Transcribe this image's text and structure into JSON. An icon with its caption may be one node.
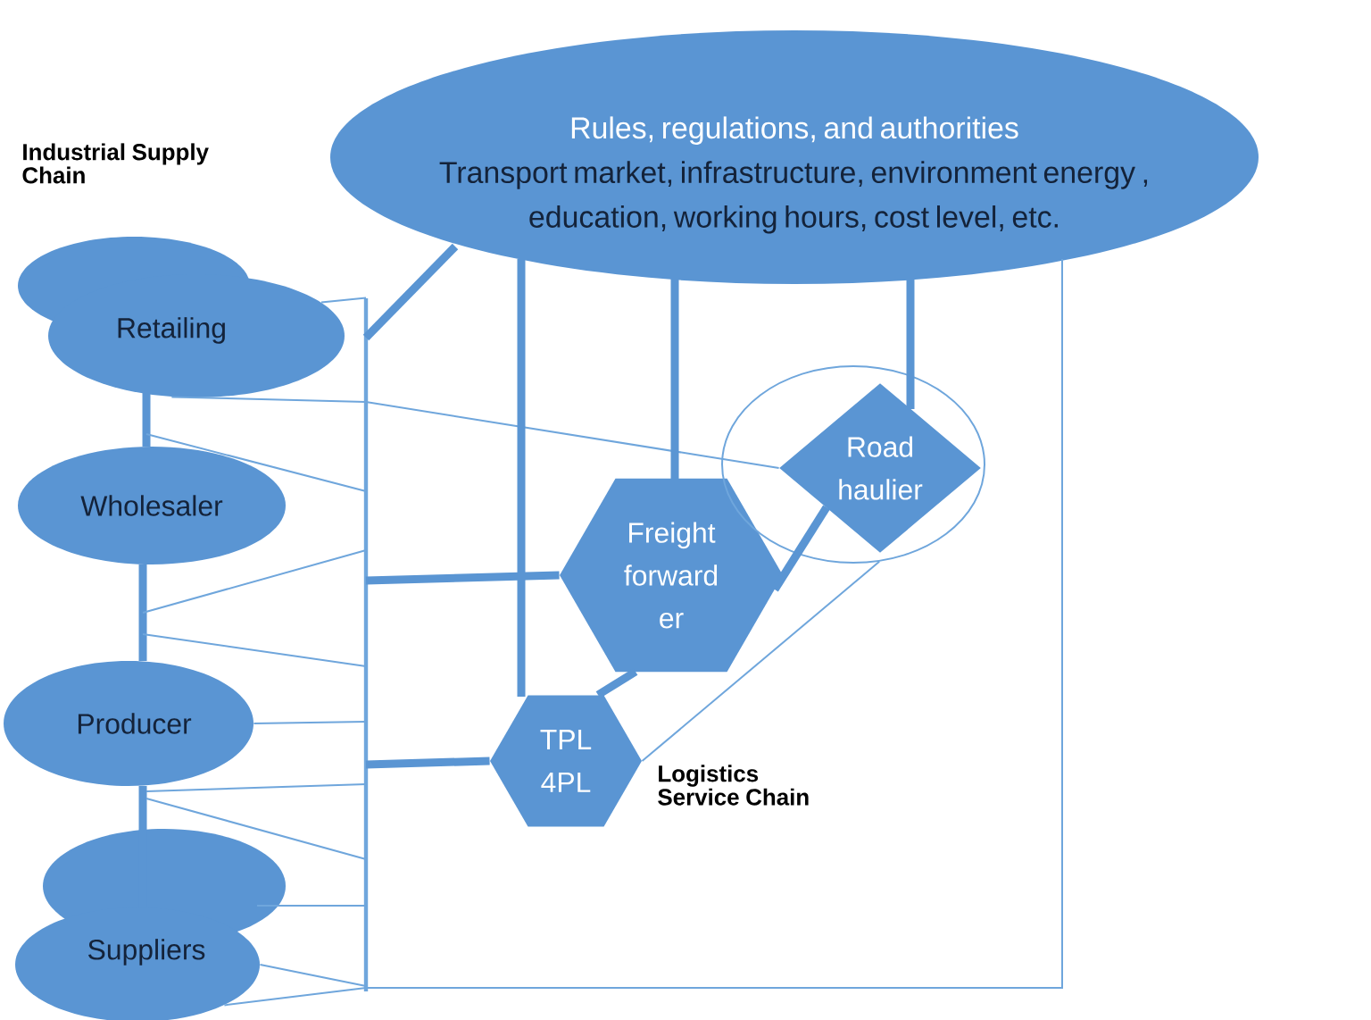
{
  "diagram": {
    "nodes": [
      {
        "text": [
          "Rules, regulations, and authorities",
          "Transport market, infrastructure, environment energy , education, working hours, cost level, etc."
        ]
      },
      {
        "text": [
          "Retailing"
        ]
      },
      {
        "text": [
          "Wholesaler"
        ]
      },
      {
        "text": [
          "Producer"
        ]
      },
      {
        "text": [
          "Suppliers"
        ]
      },
      {
        "text": [
          "Freight forward er"
        ]
      },
      {
        "text": [],
        "shape": "circle"
      },
      {
        "text": [
          "Road haulier"
        ],
        "in": 6
      },
      {
        "text": [
          "TPL 4PL"
        ]
      },
      {
        "text": [],
        "shape": "bar"
      }
    ],
    "edges": [
      {
        "from": 1,
        "to": 2,
        "arrow": "none",
        "style": "thick"
      },
      {
        "from": 2,
        "to": 3,
        "arrow": "none",
        "style": "thick"
      },
      {
        "from": 3,
        "to": 4,
        "arrow": "none",
        "style": "thick"
      },
      {
        "from": 1,
        "to": 9,
        "arrow": "none"
      },
      {
        "from": 1,
        "to": 7,
        "arrow": "none"
      },
      {
        "from": 2,
        "to": 9,
        "arrow": "none"
      },
      {
        "from": 2,
        "to": 9,
        "arrow": "none"
      },
      {
        "from": 3,
        "to": 9,
        "arrow": "none"
      },
      {
        "from": 3,
        "to": 9,
        "arrow": "none"
      },
      {
        "from": 3,
        "to": 9,
        "arrow": "none"
      },
      {
        "from": 3,
        "to": 9,
        "arrow": "none"
      },
      {
        "from": 4,
        "to": 9,
        "arrow": "none"
      },
      {
        "from": 4,
        "to": 9,
        "arrow": "none"
      },
      {
        "from": 4,
        "to": 0,
        "arrow": "none"
      },
      {
        "from": 0,
        "to": 9,
        "arrow": "none",
        "style": "thick"
      },
      {
        "from": 9,
        "to": 5,
        "arrow": "none",
        "style": "thick"
      },
      {
        "from": 9,
        "to": 8,
        "arrow": "none",
        "style": "thick"
      },
      {
        "from": 0,
        "to": 8,
        "arrow": "none",
        "style": "thick"
      },
      {
        "from": 0,
        "to": 5,
        "arrow": "none",
        "style": "thick"
      },
      {
        "from": 0,
        "to": 7,
        "arrow": "none",
        "style": "thick"
      },
      {
        "from": 5,
        "to": 8,
        "arrow": "none",
        "style": "thick"
      },
      {
        "from": 5,
        "to": 7,
        "arrow": "none",
        "style": "thick"
      },
      {
        "from": 8,
        "to": 6,
        "arrow": "none"
      }
    ],
    "labels": [
      "Industrial Supply Chain",
      "Logistics Service Chain"
    ]
  }
}
